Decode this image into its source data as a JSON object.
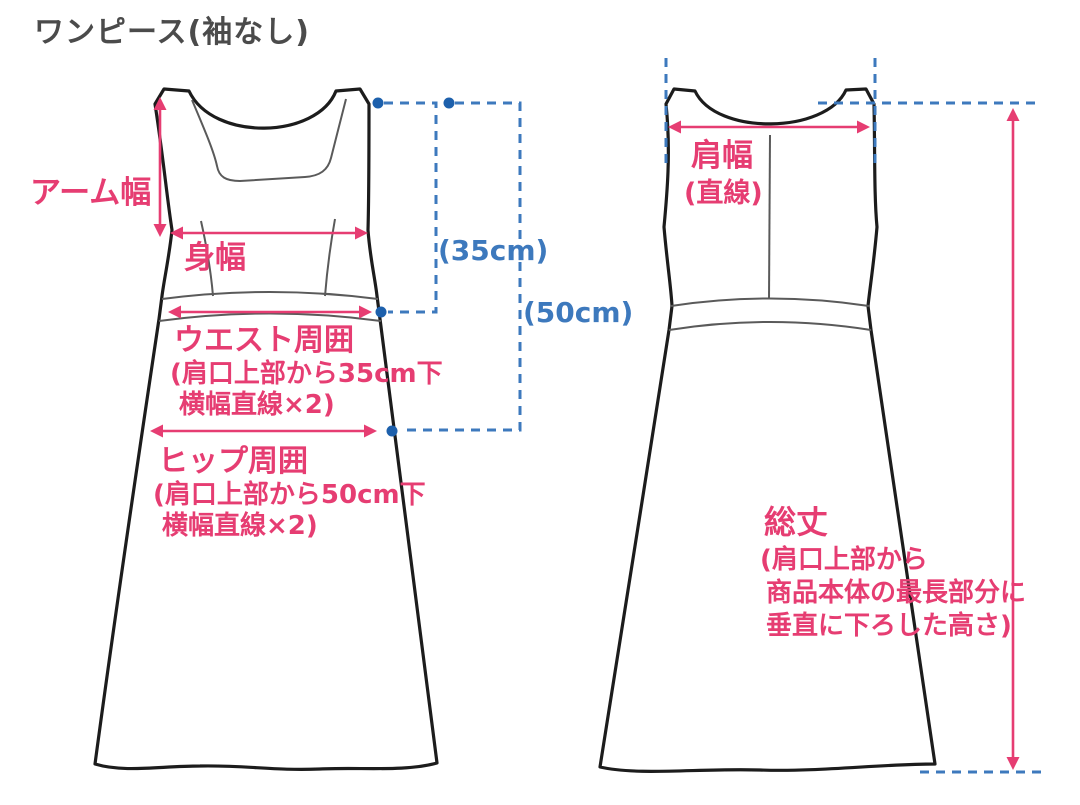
{
  "page": {
    "title": "ワンピース(袖なし)"
  },
  "colors": {
    "measure_pink": "#e63d72",
    "guide_blue": "#3d79bd",
    "guide_dot_blue": "#1d60ac",
    "outline_black": "#1c1c1c",
    "detail_gray": "#5a5a5a",
    "title_gray": "#4b4b4b"
  },
  "front_view": {
    "arm_width_label": "アーム幅",
    "body_width_label": "身幅",
    "waist_label": "ウエスト周囲",
    "waist_note_line1": "(肩口上部から35cm下",
    "waist_note_line2": "横幅直線×2)",
    "hip_label": "ヒップ周囲",
    "hip_note_line1": "(肩口上部から50cm下",
    "hip_note_line2": "横幅直線×2)",
    "guide_35_label": "(35cm)",
    "guide_50_label": "(50cm)"
  },
  "back_view": {
    "shoulder_label": "肩幅",
    "shoulder_note": "(直線)",
    "total_length_label": "総丈",
    "total_note_line1": "(肩口上部から",
    "total_note_line2": "商品本体の最長部分に",
    "total_note_line3": "垂直に下ろした高さ)"
  }
}
